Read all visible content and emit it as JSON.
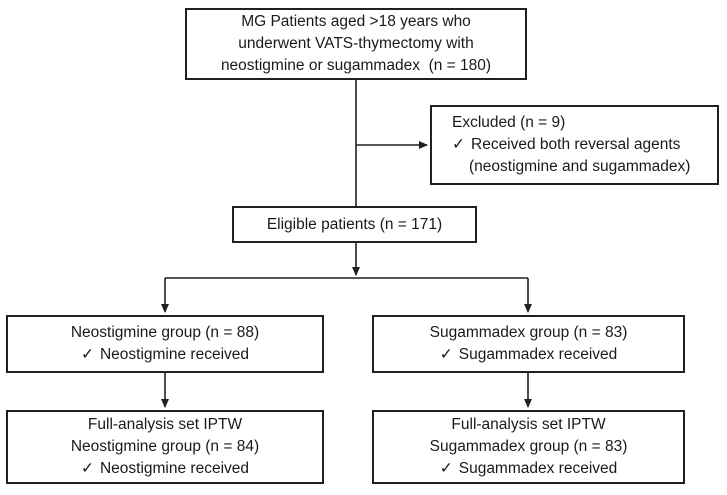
{
  "diagram": {
    "background": "#ffffff",
    "line_color": "#231f20",
    "text_color": "#1a1a1a"
  },
  "icons": {
    "check": "✓"
  },
  "boxes": {
    "population": {
      "lines": [
        "MG Patients aged >18 years who",
        "underwent VATS-thymectomy with",
        "neostigmine or sugammadex  (n = 180)"
      ]
    },
    "excluded": {
      "title": "Excluded (n = 9)",
      "reason": "Received both reversal agents",
      "reason_continued": "(neostigmine and sugammadex)"
    },
    "eligible": {
      "label": "Eligible patients (n = 171)"
    },
    "neostigmine_group": {
      "title": "Neostigmine group (n = 88)",
      "check_item": "Neostigmine received"
    },
    "sugammadex_group": {
      "title": "Sugammadex group (n = 83)",
      "check_item": "Sugammadex received"
    },
    "neostigmine_iptw": {
      "line1": "Full-analysis set IPTW",
      "line2": "Neostigmine group (n = 84)",
      "check_item": "Neostigmine received"
    },
    "sugammadex_iptw": {
      "line1": "Full-analysis set IPTW",
      "line2": "Sugammadex group (n = 83)",
      "check_item": "Sugammadex received"
    }
  }
}
